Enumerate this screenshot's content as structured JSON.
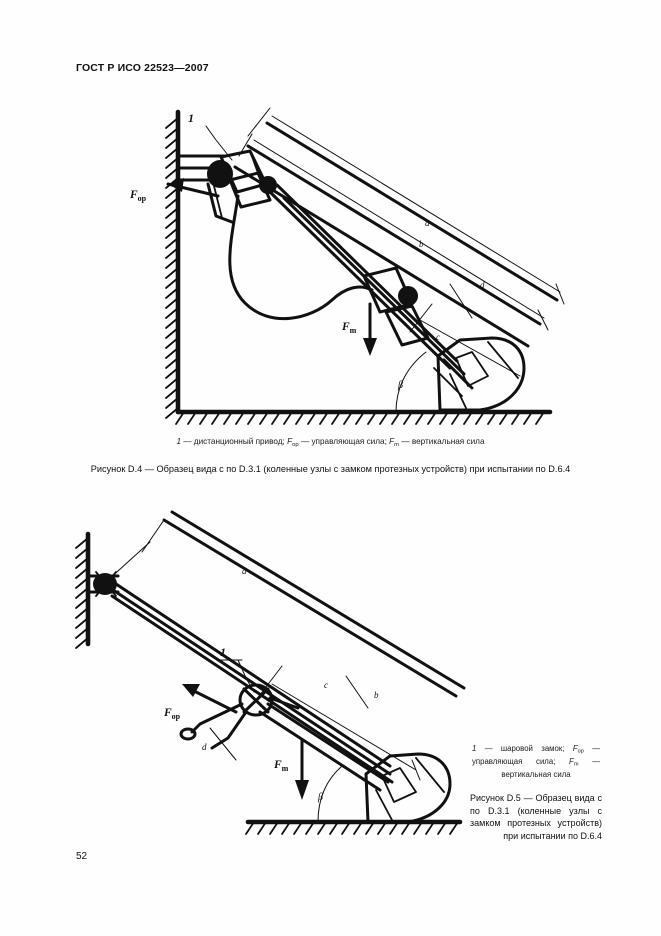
{
  "document": {
    "header": "ГОСТ Р ИСО 22523—2007",
    "page_number": "52"
  },
  "figures": [
    {
      "id": "D.4",
      "legend": {
        "item_number": "1",
        "item_label": "дистанционный привод",
        "force_control_symbol": "F",
        "force_control_subscript": "ор",
        "force_control_label": "управляющая сила",
        "force_vertical_symbol": "F",
        "force_vertical_subscript": "m",
        "force_vertical_label": "вертикальная сила",
        "full_text": "1 — дистанционный привод; Fор — управляющая сила; Fm — вертикальная сила"
      },
      "caption": "Рисунок D.4 — Образец вида с по D.3.1 (коленные узлы с замком протезных устройств) при испытании по D.6.4",
      "caption_prefix": "Рисунок D.4 — ",
      "caption_body": "Образец вида с по D.3.1 (коленные узлы с замком протезных устройств) при испытании по D.6.4",
      "drawing": {
        "callout": "1",
        "dimension_labels": [
          "a",
          "b",
          "c",
          "d"
        ],
        "angle_label": "β",
        "force_labels": [
          {
            "symbol": "F",
            "subscript": "ор"
          },
          {
            "symbol": "F",
            "subscript": "m"
          }
        ],
        "elements": [
          "wall-hatching",
          "ground-hatching",
          "knee-unit",
          "prosthetic-foot",
          "remote-actuator",
          "control-cable"
        ]
      }
    },
    {
      "id": "D.5",
      "legend": {
        "item_number": "1",
        "item_label": "шаровой замок",
        "force_control_symbol": "F",
        "force_control_subscript": "ор",
        "force_control_label": "управляющая сила",
        "force_vertical_symbol": "F",
        "force_vertical_subscript": "m",
        "force_vertical_label": "вертикальная сила",
        "full_text": "1 — шаровой замок; Fор — управляющая сила; Fm — вертикальная сила"
      },
      "caption": "Рисунок D.5 — Образец вида с по D.3.1 (коленные узлы с замком протезных устройств) при испытании по D.6.4",
      "caption_prefix": "Рисунок D.5 — ",
      "caption_body": "Образец вида с по D.3.1 (коленные узлы с замком протезных устройств) при испытании по D.6.4",
      "drawing": {
        "callout": "1",
        "dimension_labels": [
          "a",
          "b",
          "c",
          "d"
        ],
        "angle_label": "β",
        "force_labels": [
          {
            "symbol": "F",
            "subscript": "ор"
          },
          {
            "symbol": "F",
            "subscript": "m"
          }
        ],
        "elements": [
          "wall-hatching",
          "ground-hatching",
          "ball-lock",
          "prosthetic-foot",
          "shank-tube"
        ]
      }
    }
  ]
}
